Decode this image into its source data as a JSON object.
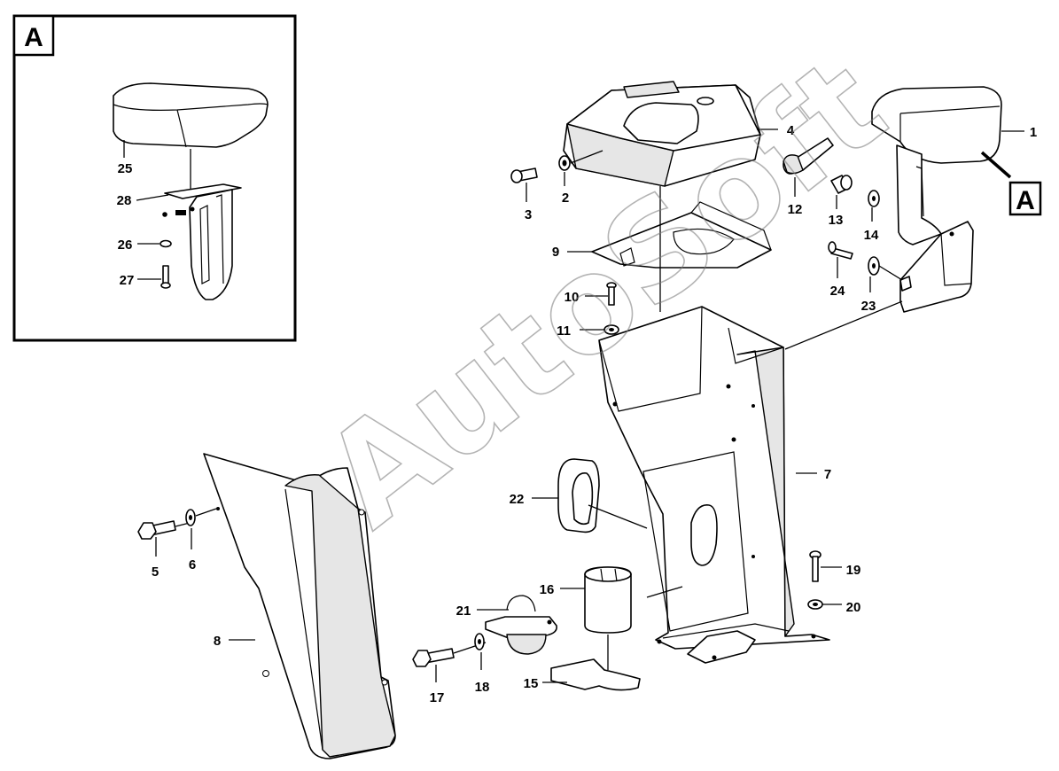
{
  "inset": {
    "letter": "A"
  },
  "callout_letter": "A",
  "watermark": "AutoSoft",
  "labels": {
    "p1": "1",
    "p2": "2",
    "p3": "3",
    "p4": "4",
    "p5": "5",
    "p6": "6",
    "p7": "7",
    "p8": "8",
    "p9": "9",
    "p10": "10",
    "p11": "11",
    "p12": "12",
    "p13": "13",
    "p14": "14",
    "p15": "15",
    "p16": "16",
    "p17": "17",
    "p18": "18",
    "p19": "19",
    "p20": "20",
    "p21": "21",
    "p22": "22",
    "p23": "23",
    "p24": "24",
    "p25": "25",
    "p26": "26",
    "p27": "27",
    "p28": "28"
  }
}
